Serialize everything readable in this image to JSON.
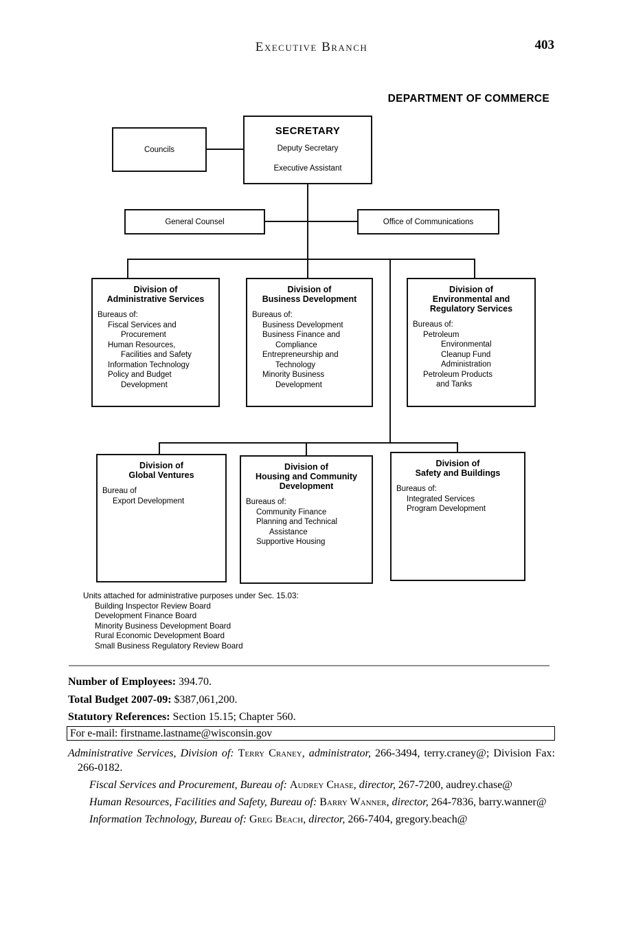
{
  "page": {
    "running_head": "Executive Branch",
    "page_number": "403",
    "title": "DEPARTMENT OF COMMERCE"
  },
  "chart": {
    "councils": "Councils",
    "secretary": {
      "title": "SECRETARY",
      "line1": "Deputy Secretary",
      "line2": "Executive Assistant"
    },
    "general_counsel": "General Counsel",
    "office_of_communications": "Office of Communications",
    "divisions": [
      {
        "title": "Division of\nAdministrative Services",
        "label": "Bureaus of:",
        "bureaus": [
          "Fiscal Services and\nProcurement",
          "Human Resources,\nFacilities and Safety",
          "Information Technology",
          "Policy and Budget\nDevelopment"
        ]
      },
      {
        "title": "Division of\nBusiness Development",
        "label": "Bureaus of:",
        "bureaus": [
          "Business Development",
          "Business Finance and\nCompliance",
          "Entrepreneurship and\nTechnology",
          "Minority Business\nDevelopment"
        ]
      },
      {
        "title": "Division of\nEnvironmental and\nRegulatory Services",
        "label": "Bureaus of:",
        "bureaus": [
          "Petroleum\nEnvironmental\nCleanup Fund\nAdministration",
          "Petroleum Products\nand Tanks"
        ]
      },
      {
        "title": "Division of\nGlobal Ventures",
        "label": "Bureau of",
        "bureaus": [
          "Export Development"
        ]
      },
      {
        "title": "Division of\nHousing and Community\nDevelopment",
        "label": "Bureaus of:",
        "bureaus": [
          "Community Finance",
          "Planning and Technical\nAssistance",
          "Supportive Housing"
        ]
      },
      {
        "title": "Division of\nSafety and Buildings",
        "label": "Bureaus of:",
        "bureaus": [
          "Integrated Services",
          "Program Development"
        ]
      }
    ]
  },
  "attached_units": {
    "heading": "Units attached for administrative purposes under Sec. 15.03:",
    "items": [
      "Building Inspector Review Board",
      "Development Finance Board",
      "Minority Business Development Board",
      "Rural Economic Development Board",
      "Small Business Regulatory Review Board"
    ]
  },
  "facts": [
    {
      "label": "Number of Employees:",
      "value": "394.70."
    },
    {
      "label": "Total Budget 2007-09:",
      "value": "$387,061,200."
    },
    {
      "label": "Statutory References:",
      "value": "Section 15.15; Chapter 560."
    }
  ],
  "email_note": "For e-mail: firstname.lastname@wisconsin.gov",
  "staff": [
    {
      "segments": [
        {
          "text": "Administrative Services, Division of: "
        },
        {
          "text": "Terry Craney"
        },
        {
          "text": ", "
        },
        {
          "text": "administrator,"
        },
        {
          "text": " 266-3494, terry.craney@; Division Fax: 266-0182."
        }
      ]
    },
    {
      "segments": [
        {
          "text": "Fiscal Services and Procurement, Bureau of: "
        },
        {
          "text": "Audrey Chase"
        },
        {
          "text": ", "
        },
        {
          "text": "director,"
        },
        {
          "text": " 267-7200, audrey.chase@"
        }
      ]
    },
    {
      "segments": [
        {
          "text": "Human Resources, Facilities and Safety, Bureau of: "
        },
        {
          "text": "Barry Wanner"
        },
        {
          "text": ", "
        },
        {
          "text": "director,"
        },
        {
          "text": " 264-7836, barry.wanner@"
        }
      ]
    },
    {
      "segments": [
        {
          "text": "Information Technology, Bureau of: "
        },
        {
          "text": "Greg Beach"
        },
        {
          "text": ", "
        },
        {
          "text": "director,"
        },
        {
          "text": " 266-7404, gregory.beach@"
        }
      ]
    }
  ]
}
